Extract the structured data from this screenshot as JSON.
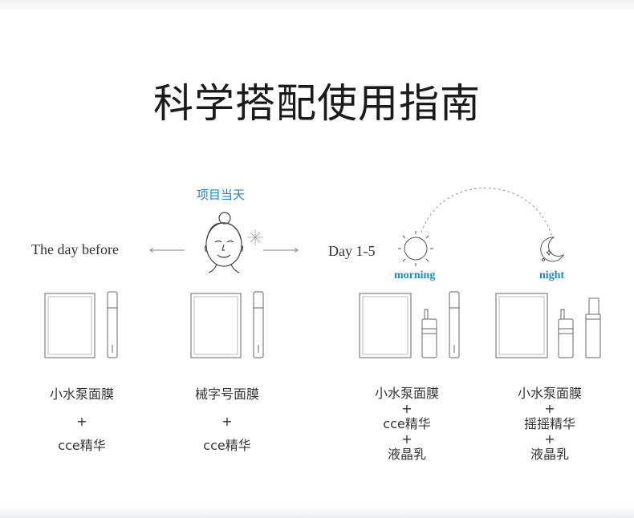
{
  "title": "科学搭配使用指南",
  "project_day_label": "项目当天",
  "day_before_label": "The day before",
  "day_range_label": "Day 1-5",
  "morning_label": "morning",
  "night_label": "night",
  "plus": "+",
  "combos": [
    {
      "product1": "小水泵面膜",
      "product2": "cce精华"
    },
    {
      "product1": "械字号面膜",
      "product2": "cce精华"
    },
    {
      "product1": "小水泵面膜",
      "product2": "cce精华",
      "product3": "液晶乳"
    },
    {
      "product1": "小水泵面膜",
      "product2": "摇摇精华",
      "product3": "液晶乳"
    }
  ],
  "colors": {
    "accent": "#1f86c6",
    "text": "#333333",
    "line": "#8a8a8a"
  }
}
